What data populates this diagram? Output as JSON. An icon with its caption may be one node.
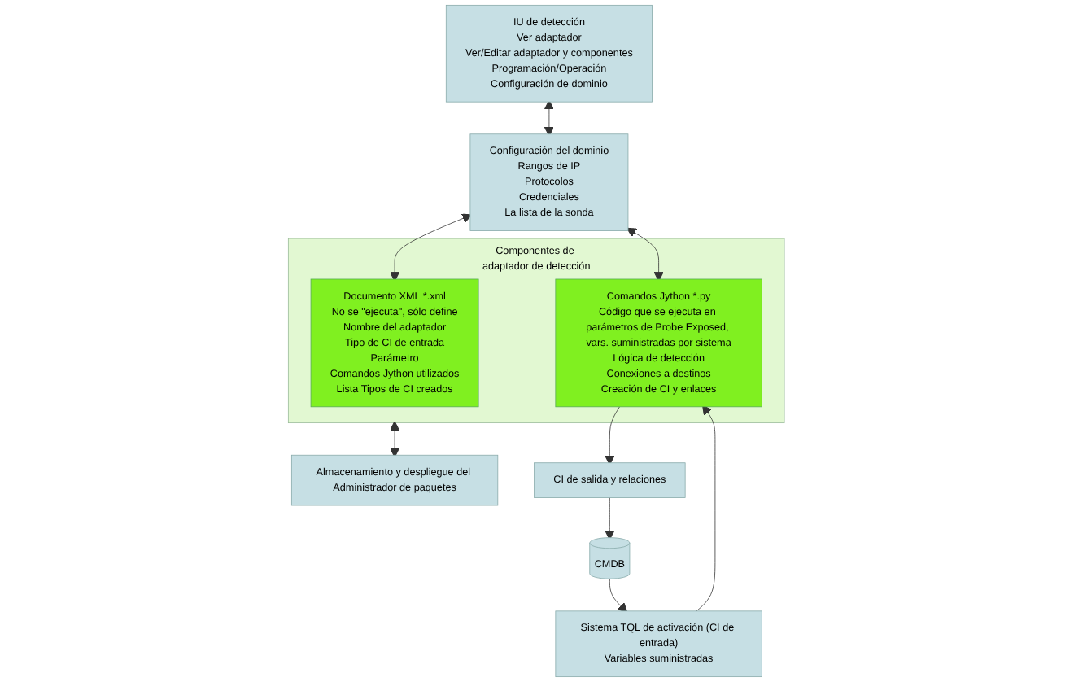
{
  "diagram": {
    "nodes": [
      {
        "text": [
          "Configuración del dominio",
          "Rangos de IP",
          "Protocolos",
          "Credenciales",
          "La lista de la sonda"
        ]
      },
      {
        "text": [
          "CMDB"
        ]
      },
      {
        "text": [
          "Sistema TQL de activación (CI de entrada)",
          "Variables suministradas"
        ]
      },
      {
        "text": [
          "CI de salida y relaciones"
        ]
      },
      {
        "text": [
          "IU de detección",
          "Ver adaptador",
          "Ver/Editar adaptador y componentes",
          "Programación/Operación",
          "Configuración de dominio"
        ]
      },
      {
        "text": [
          "Componentes de adaptador de detección"
        ]
      },
      {
        "text": [
          "Documento XML *.xml",
          "No se \"ejecuta\", sólo define",
          "Nombre del adaptador",
          "Tipo de CI de entrada",
          "Parámetro",
          "Comandos Jython utilizados",
          "Lista Tipos de CI creados"
        ],
        "in": 5
      },
      {
        "text": [
          "Comandos Jython *.py",
          "Código que se ejecuta en parámetros de Probe Exposed, vars. suministradas por sistema",
          "Lógica de detección",
          "Conexiones a destinos",
          "Creación de CI y enlaces"
        ],
        "in": 5
      },
      {
        "text": [
          "Almacenamiento y despliegue del Administrador de paquetes"
        ]
      }
    ],
    "edges": [
      {
        "from": 4,
        "to": 0,
        "arrow": "both"
      },
      {
        "from": 0,
        "to": 6,
        "arrow": "both"
      },
      {
        "from": 0,
        "to": 7,
        "arrow": "both"
      },
      {
        "from": 1,
        "to": 2,
        "arrow": "to"
      },
      {
        "from": 2,
        "to": 7,
        "arrow": "to"
      },
      {
        "from": 7,
        "to": 3,
        "arrow": "to"
      },
      {
        "from": 3,
        "to": 1,
        "arrow": "to"
      },
      {
        "from": 8,
        "to": 5,
        "arrow": "both"
      }
    ]
  }
}
